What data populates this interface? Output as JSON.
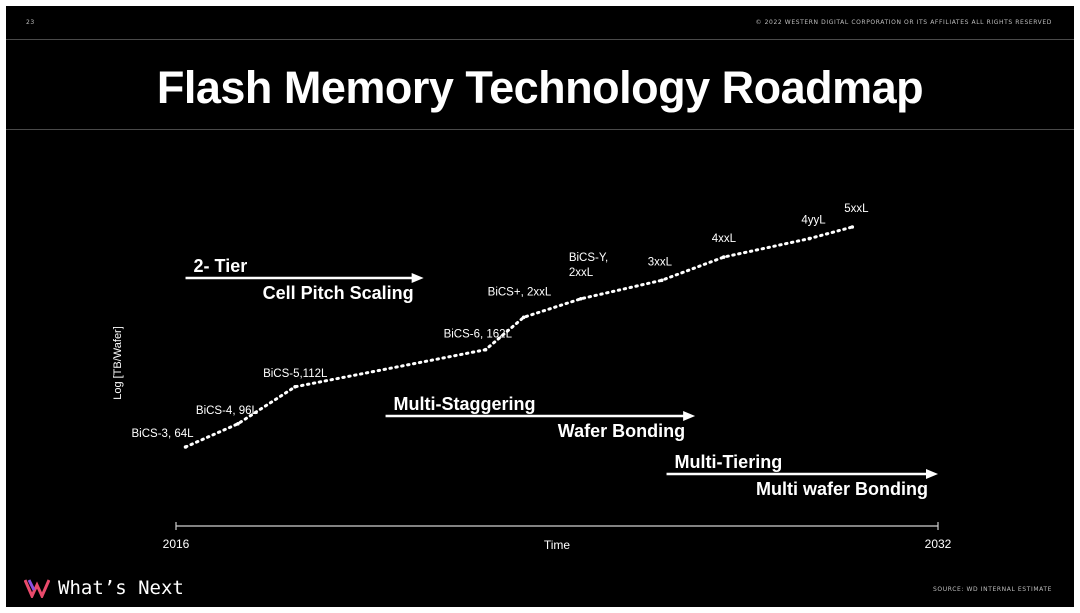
{
  "header": {
    "slide_number": "23",
    "copyright": "© 2022 WESTERN DIGITAL CORPORATION OR ITS AFFILIATES  ALL RIGHTS RESERVED"
  },
  "title": "Flash Memory Technology Roadmap",
  "footer": {
    "brand": "What’s Next",
    "source": "SOURCE: WD INTERNAL ESTIMATE"
  },
  "colors": {
    "background": "#000000",
    "text": "#ffffff",
    "logo": [
      "#e94a6b",
      "#8a4fe0"
    ]
  },
  "chart_data": {
    "type": "line",
    "xlabel": "Time",
    "ylabel": "Log [TB/Wafer]",
    "xlim": [
      2016,
      2032
    ],
    "x_ticks": [
      "2016",
      "2032"
    ],
    "y_scale": "log",
    "grid": false,
    "line_style": "dotted",
    "series": [
      {
        "points": [
          {
            "x": 2016.2,
            "y": 0.0,
            "label": "BiCS-3, 64L"
          },
          {
            "x": 2017.3,
            "y": 0.5,
            "label": "BiCS-4, 96L"
          },
          {
            "x": 2018.5,
            "y": 1.3,
            "label": "BiCS-5,112L"
          },
          {
            "x": 2022.5,
            "y": 2.1,
            "label": "BiCS-6, 162L"
          },
          {
            "x": 2023.3,
            "y": 2.8,
            "label": "BiCS+, 2xxL"
          },
          {
            "x": 2024.5,
            "y": 3.2,
            "label": "BiCS-Y,\n2xxL"
          },
          {
            "x": 2026.2,
            "y": 3.6,
            "label": "3xxL"
          },
          {
            "x": 2027.5,
            "y": 4.1,
            "label": "4xxL"
          },
          {
            "x": 2029.3,
            "y": 4.5,
            "label": "4yyL"
          },
          {
            "x": 2030.2,
            "y": 4.75,
            "label": "5xxL"
          }
        ]
      }
    ],
    "annotations": [
      {
        "lines": [
          "2- Tier",
          "Cell Pitch Scaling"
        ],
        "arrow_from": 2016.2,
        "arrow_to": 2021.2
      },
      {
        "lines": [
          "Multi-Staggering",
          "Wafer Bonding"
        ],
        "arrow_from": 2020.4,
        "arrow_to": 2026.9
      },
      {
        "lines": [
          "Multi-Tiering",
          "Multi wafer Bonding"
        ],
        "arrow_from": 2026.3,
        "arrow_to": 2032.0
      }
    ]
  }
}
